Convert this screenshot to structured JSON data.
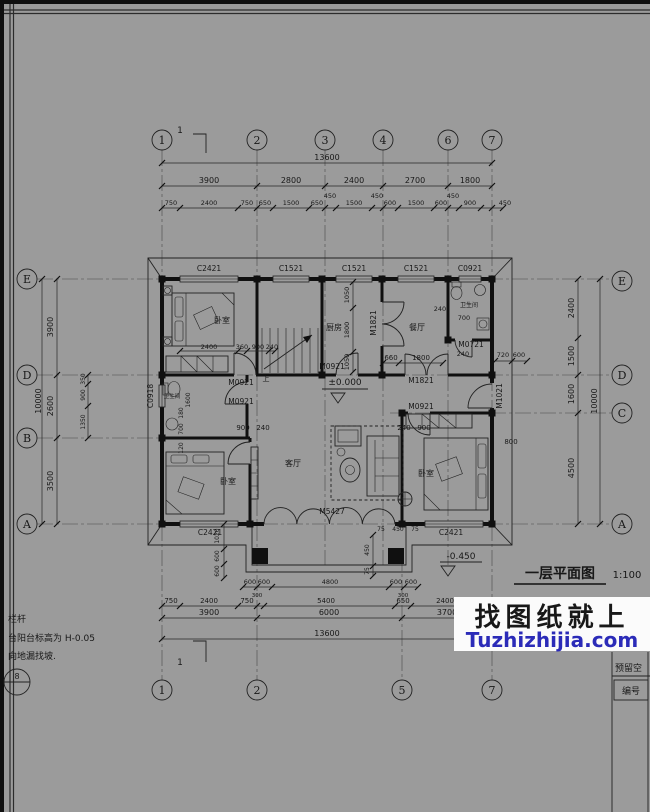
{
  "title": {
    "name": "一层平面图",
    "scale": "1:100"
  },
  "watermark": {
    "line1": "找图纸就上",
    "line2": "Tuzhizhijia.com",
    "accent": "#2b2bb8"
  },
  "block": {
    "reserved": "预留空",
    "number": "编号"
  },
  "notes": {
    "n1": "栏杆",
    "n2": "台阳台标高为 H-0.05",
    "n3": "向地漏找坡.",
    "detail": "8"
  },
  "levels": {
    "main": "±0.000",
    "porch": "-0.450"
  },
  "ax": {
    "t": [
      "1",
      "2",
      "3",
      "4",
      "6",
      "7"
    ],
    "b": [
      "1",
      "2",
      "5",
      "7"
    ],
    "l": [
      "E",
      "D",
      "B",
      "A"
    ],
    "r": [
      "E",
      "D",
      "C",
      "A"
    ],
    "sec": "1"
  },
  "rooms": {
    "bed": "卧室",
    "kitchen": "厨房",
    "dining": "餐厅",
    "bath": "卫生间",
    "living": "客厅",
    "up": "上"
  },
  "open": {
    "c2421": "C2421",
    "c1521": "C1521",
    "c0921": "C0921",
    "c0918": "C0918",
    "m5427": "M5427",
    "m0921": "M0921",
    "m1821": "M1821",
    "m0721": "M0721",
    "m1021": "M1021"
  },
  "dims": {
    "t_total": "13600",
    "t_major": [
      "3900",
      "2800",
      "2400",
      "2700",
      "1800"
    ],
    "t_minor": [
      "750",
      "2400",
      "750",
      "650",
      "1500",
      "650",
      "1500",
      "600",
      "1500",
      "600",
      "900"
    ],
    "t_450": [
      "450",
      "450",
      "450",
      "450"
    ],
    "b_porch": [
      "600",
      "600",
      "4800",
      "600",
      "600"
    ],
    "b_300": [
      "300",
      "300"
    ],
    "b_mid": [
      "750",
      "2400",
      "750",
      "5400",
      "650",
      "2400"
    ],
    "b_major": [
      "3900",
      "6000",
      "3700"
    ],
    "b_total": "13600",
    "b_vleft": [
      "1020",
      "600",
      "600"
    ],
    "b_vright": [
      "450",
      "75"
    ],
    "b_door": [
      "75",
      "450",
      "75"
    ],
    "l_major": [
      "3900",
      "2600",
      "3500"
    ],
    "l_total": "10000",
    "l_minor": [
      "350",
      "900",
      "1350"
    ],
    "r_major": [
      "2400",
      "1500",
      "1600",
      "4500"
    ],
    "r_total": "10000",
    "r_top": [
      "720",
      "600"
    ],
    "r_800": "800",
    "i_bedtl": [
      "2400",
      "360",
      "900",
      "240"
    ],
    "i_hall_l": [
      "900",
      "240"
    ],
    "i_hall_r": [
      "240",
      "900"
    ],
    "i_kitchen": [
      "1050",
      "1800",
      "1050"
    ],
    "i_dining": [
      "660",
      "1800"
    ],
    "i_bath": [
      "240",
      "700"
    ],
    "i_bath240": "240",
    "i_wash": [
      "1600",
      "180",
      "700",
      "120"
    ]
  }
}
